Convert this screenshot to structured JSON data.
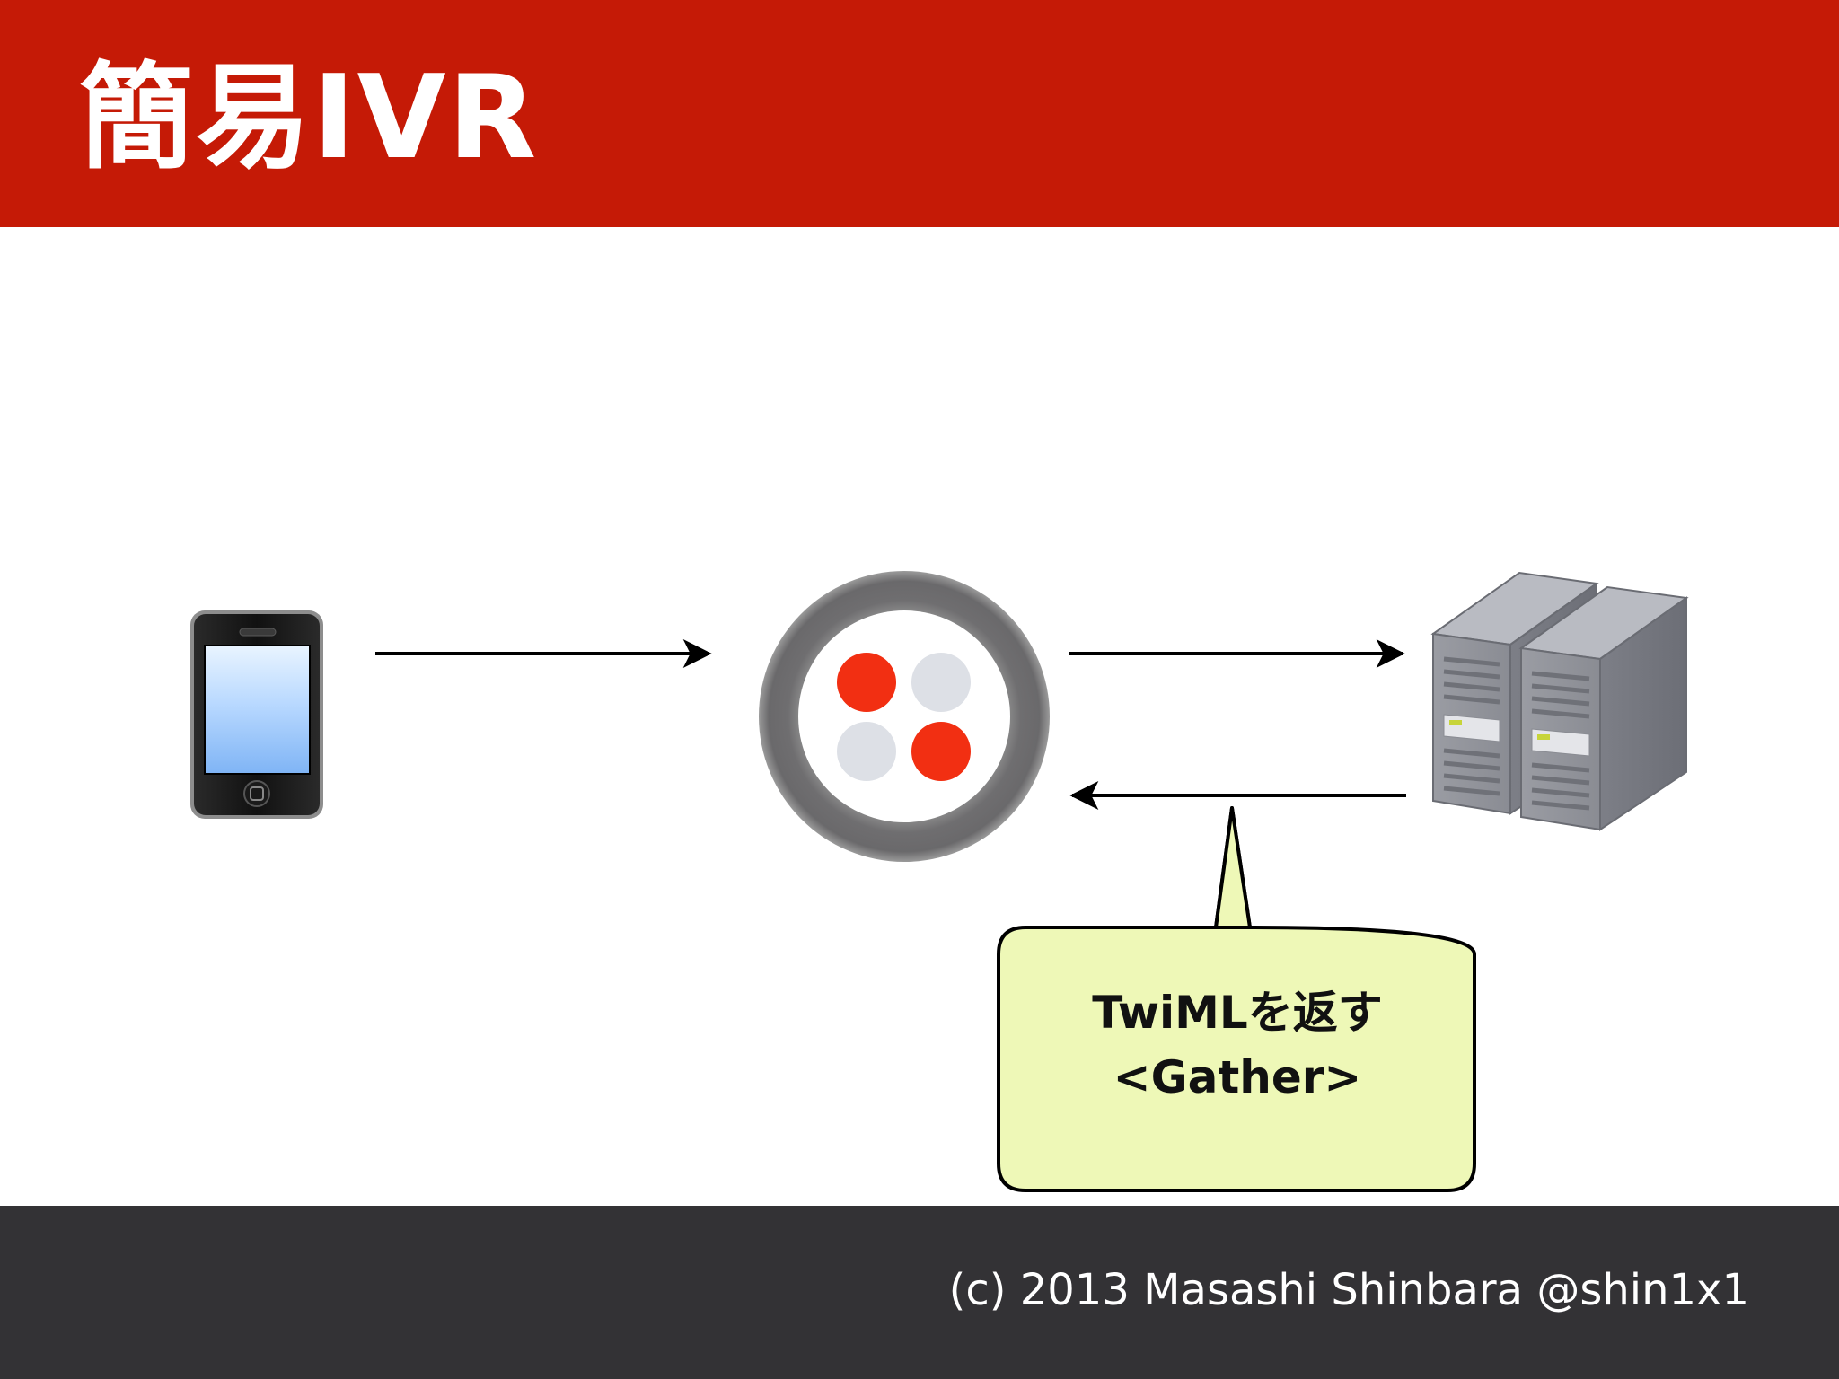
{
  "slide": {
    "title": "簡易IVR",
    "footer_text": "(c) 2013 Masashi Shinbara @shin1x1"
  },
  "diagram": {
    "nodes": [
      {
        "id": "phone",
        "icon": "smartphone-icon"
      },
      {
        "id": "twilio",
        "icon": "twilio-logo"
      },
      {
        "id": "server",
        "icon": "server-icon"
      }
    ],
    "edges": [
      {
        "from": "phone",
        "to": "twilio"
      },
      {
        "from": "twilio",
        "to": "server"
      },
      {
        "from": "server",
        "to": "twilio"
      }
    ],
    "callout": {
      "line1": "TwiMLを返す",
      "line2": "<Gather>"
    }
  },
  "colors": {
    "header": "#c51a06",
    "footer": "#333235",
    "callout_fill": "#eef8b7",
    "twilio_red": "#f22f12",
    "twilio_gray": "#dde0e6"
  }
}
